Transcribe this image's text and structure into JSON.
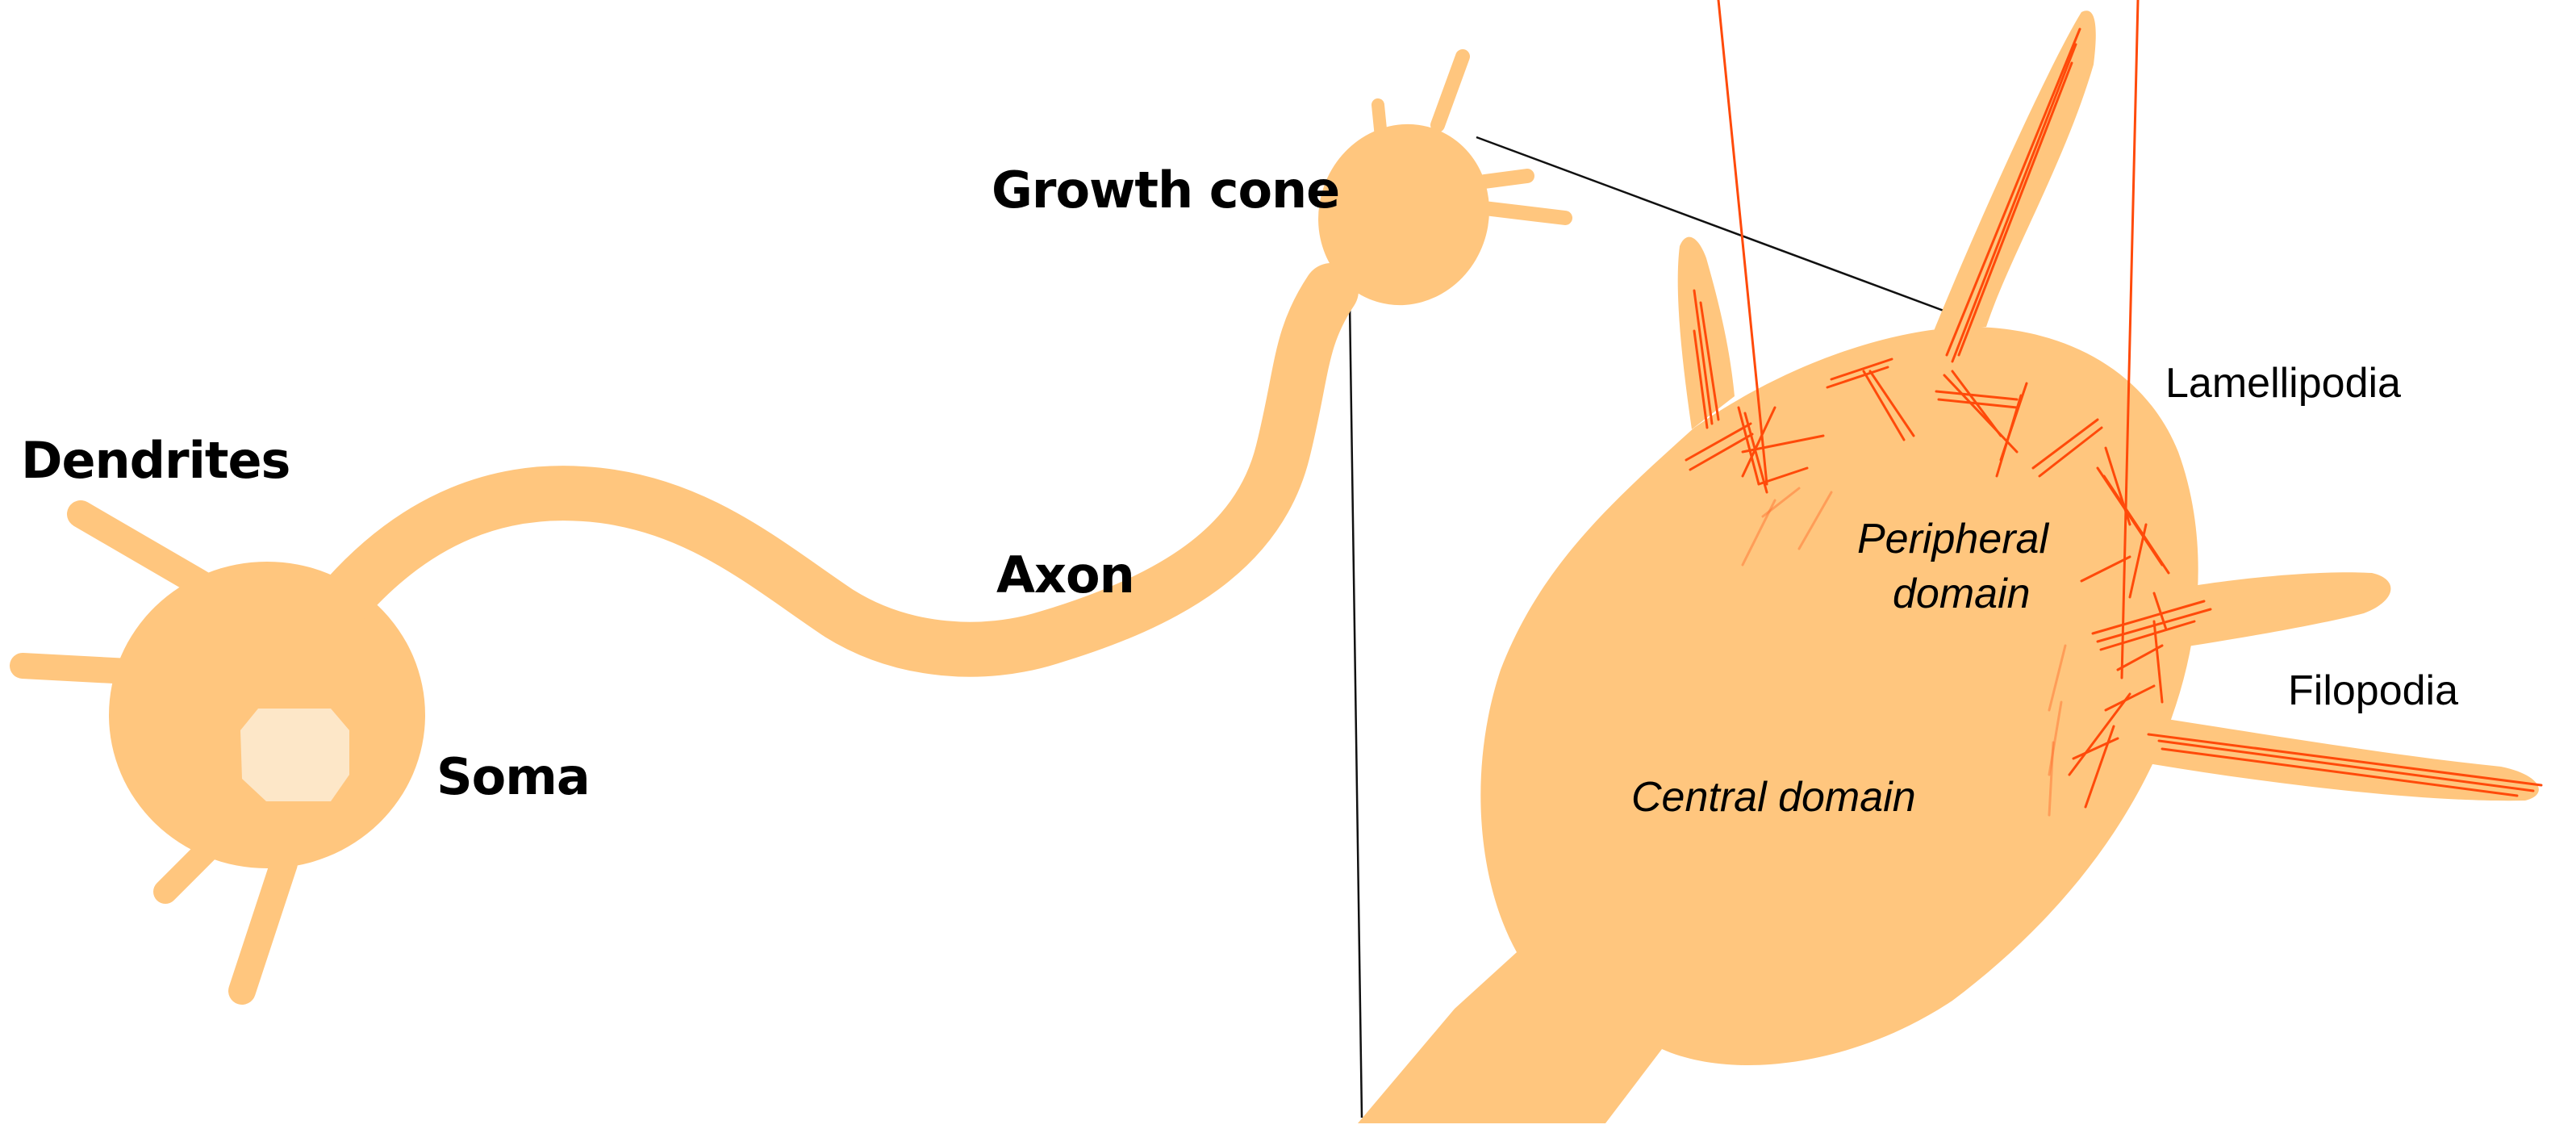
{
  "figure": {
    "title": "Neuron and growth cone anatomy",
    "colors": {
      "cell_fill": "#FFC67E",
      "nucleus_fill": "#FDE7C8",
      "actin": "#FF4A0A",
      "zoom_lines": "#111111",
      "text": "#000000",
      "background": "#FFFFFF"
    }
  },
  "labels": {
    "dendrites": "Dendrites",
    "soma": "Soma",
    "axon": "Axon",
    "growth_cone": "Growth cone",
    "lamellipodia": "Lamellipodia",
    "filopodia": "Filopodia",
    "peripheral_domain_line1": "Peripheral",
    "peripheral_domain_line2": "domain",
    "central_domain": "Central domain"
  },
  "structures": [
    {
      "id": "soma",
      "kind": "cell-body",
      "has_nucleus": true
    },
    {
      "id": "dendrites",
      "kind": "process",
      "count": 4
    },
    {
      "id": "axon",
      "kind": "process"
    },
    {
      "id": "growth-cone-small",
      "kind": "growth-cone",
      "filopodia_count": 4
    },
    {
      "id": "growth-cone-magnified",
      "kind": "growth-cone-detail",
      "filopodia_count": 4,
      "regions": [
        "Peripheral domain",
        "Central domain"
      ]
    }
  ]
}
